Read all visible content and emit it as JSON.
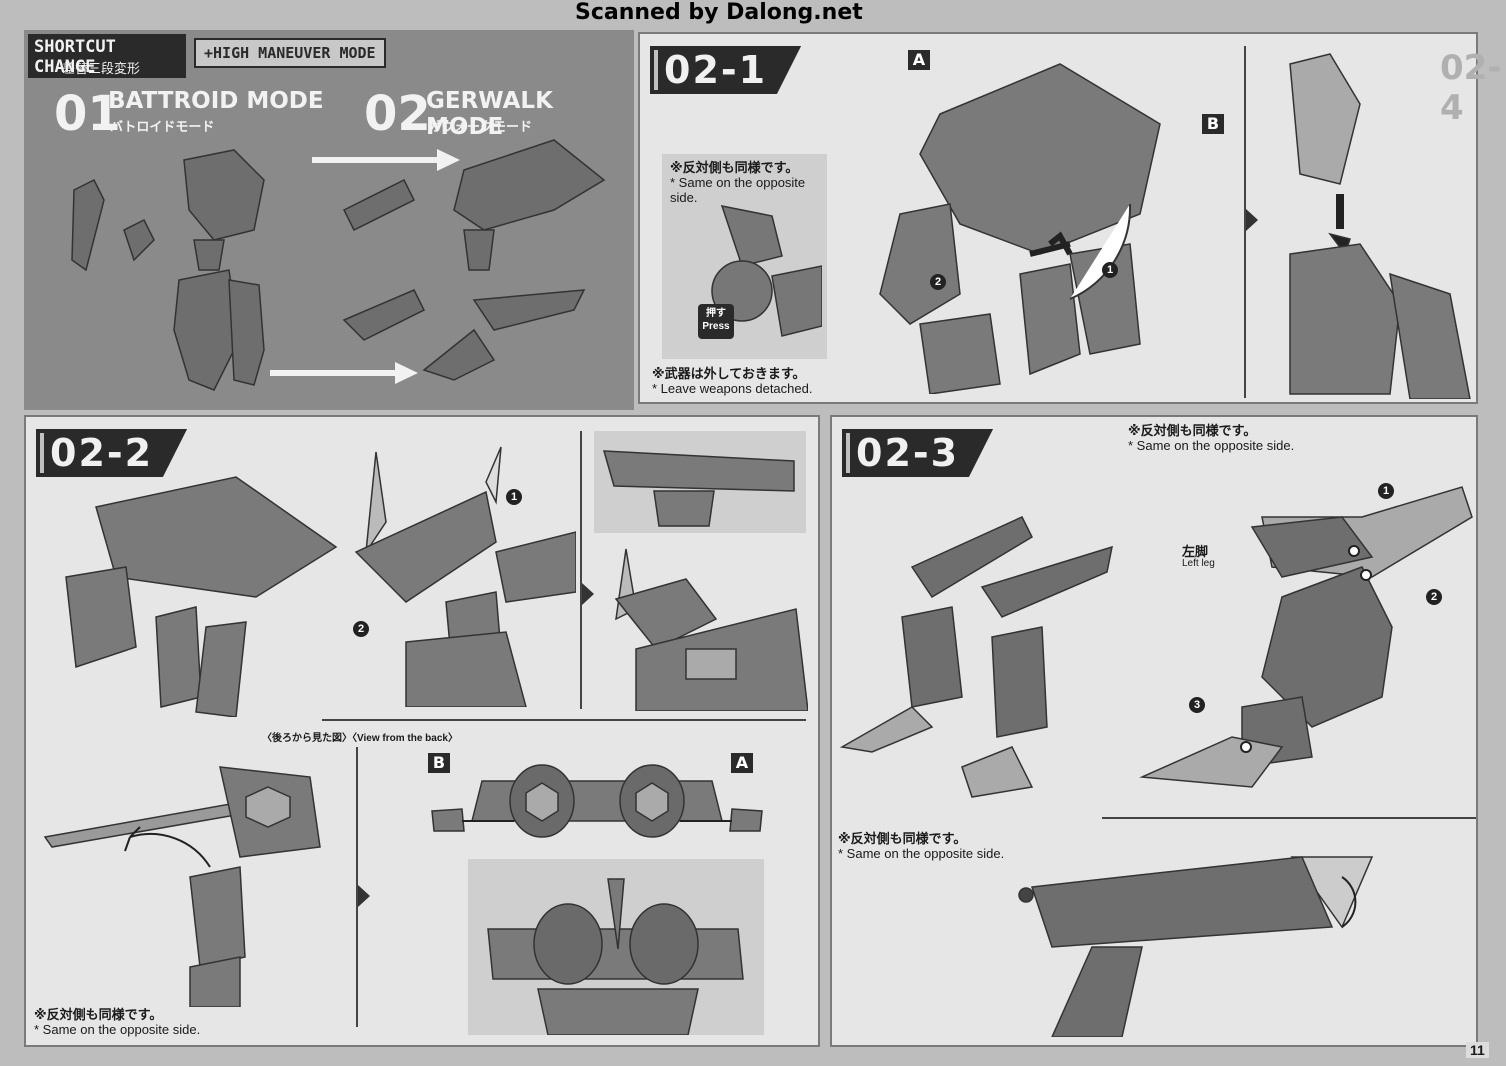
{
  "header": {
    "watermark": "Scanned by Dalong.net",
    "shortcut_title": "SHORTCUT CHANGE",
    "shortcut_subtitle_jp": "差替三段変形",
    "mode_badge": "+HIGH MANEUVER MODE"
  },
  "modes": [
    {
      "number": "01",
      "name": "BATTROID MODE",
      "name_jp": "バトロイドモード"
    },
    {
      "number": "02",
      "name": "GERWALK MODE",
      "name_jp": "ガウォークモード"
    }
  ],
  "steps": {
    "s021": {
      "label": "02-1",
      "note_opposite_jp": "※反対側も同様です。",
      "note_opposite_en": "* Same on the opposite side.",
      "press_jp": "押す",
      "press_en": "Press",
      "note_weapons_jp": "※武器は外しておきます。",
      "note_weapons_en": "* Leave weapons detached.",
      "callout_a": "A",
      "callout_b": "B",
      "num_1": "1",
      "num_2": "2"
    },
    "s024": {
      "label": "02-4"
    },
    "s022": {
      "label": "02-2",
      "view_back": "〈後ろから見た図〉〈View from the back〉",
      "callout_a": "A",
      "callout_b": "B",
      "num_1": "1",
      "num_2": "2",
      "note_opposite_jp": "※反対側も同様です。",
      "note_opposite_en": "* Same on the opposite side."
    },
    "s023": {
      "label": "02-3",
      "note_top_jp": "※反対側も同様です。",
      "note_top_en": "* Same on the opposite side.",
      "left_leg_jp": "左脚",
      "left_leg_en": "Left leg",
      "num_1": "1",
      "num_2": "2",
      "num_3": "3",
      "note_bottom_jp": "※反対側も同様です。",
      "note_bottom_en": "* Same on the opposite side."
    }
  },
  "page_number": "11"
}
